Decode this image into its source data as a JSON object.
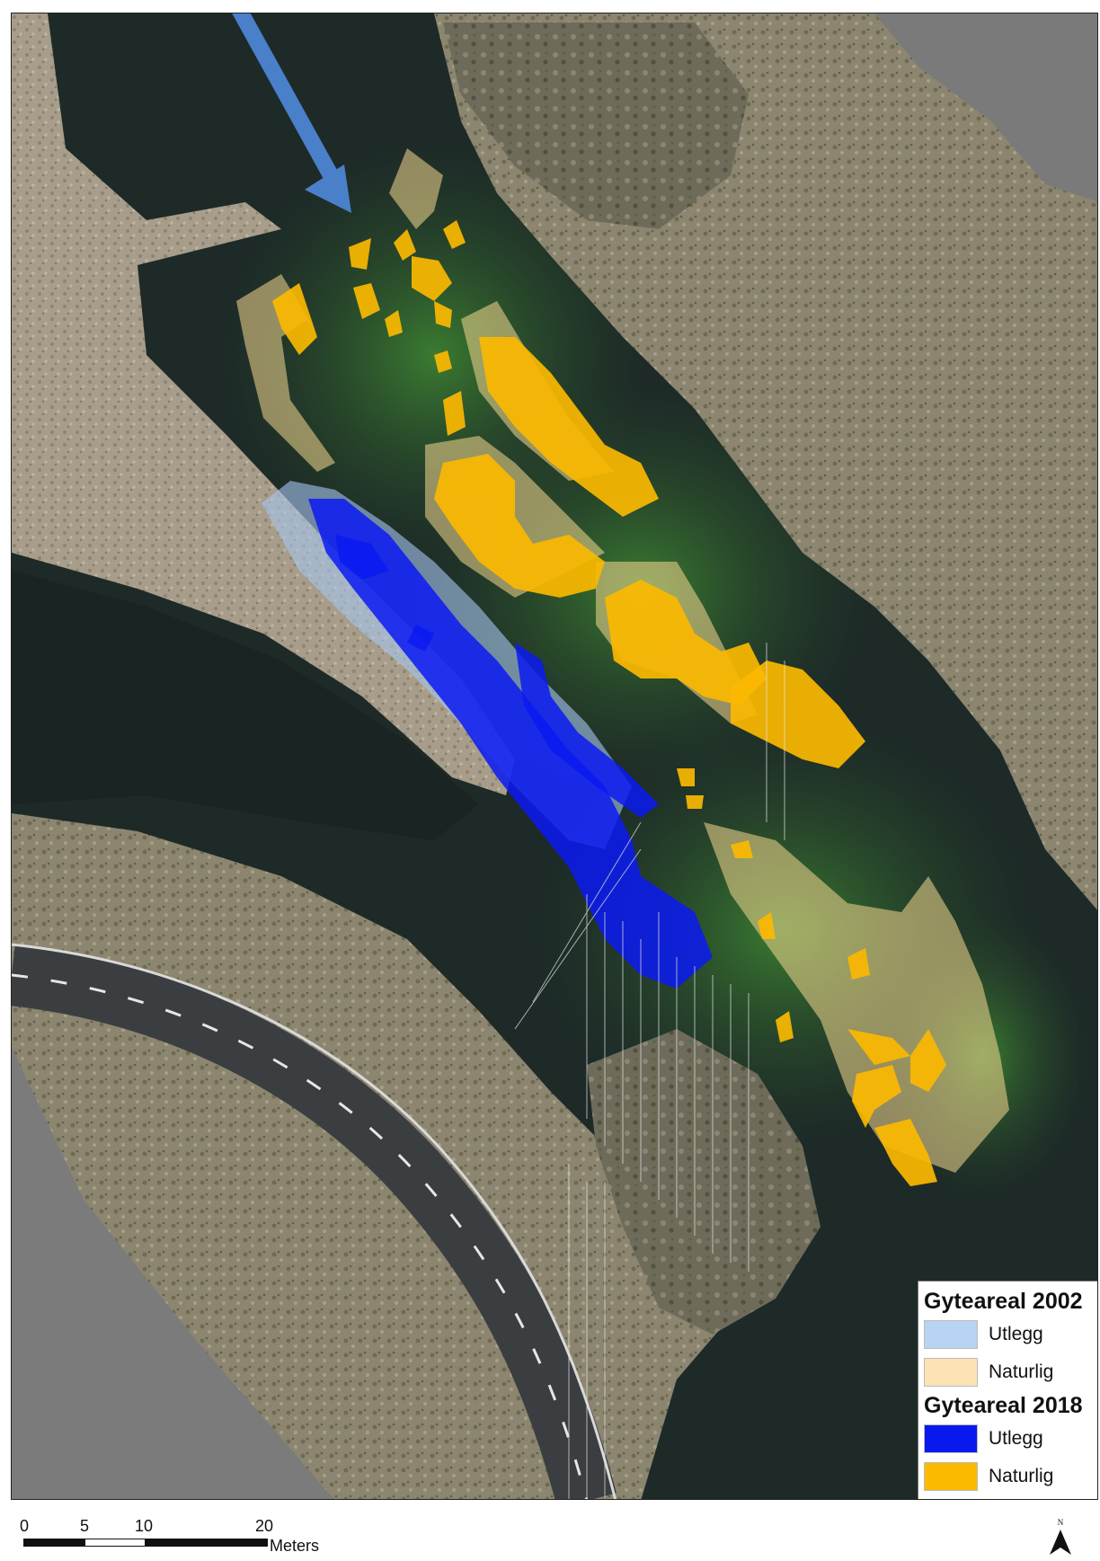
{
  "legend": {
    "groups": [
      {
        "title": "Gyteareal 2002",
        "items": [
          {
            "label": "Utlegg",
            "color": "#b9d3f2"
          },
          {
            "label": "Naturlig",
            "color": "#fbe3b4"
          }
        ]
      },
      {
        "title": "Gyteareal 2018",
        "items": [
          {
            "label": "Utlegg",
            "color": "#0a18f0"
          },
          {
            "label": "Naturlig",
            "color": "#fbb900"
          }
        ]
      }
    ]
  },
  "scale_bar": {
    "ticks": [
      "0",
      "5",
      "10",
      "20"
    ],
    "units": "Meters"
  },
  "north_arrow": {
    "label": "N"
  },
  "colors": {
    "water": "#1b2926",
    "vegetation": "#2f6a2a",
    "land": "#a89f8d",
    "road": "#3a3d40",
    "flow_arrow": "#4a7fc9"
  }
}
